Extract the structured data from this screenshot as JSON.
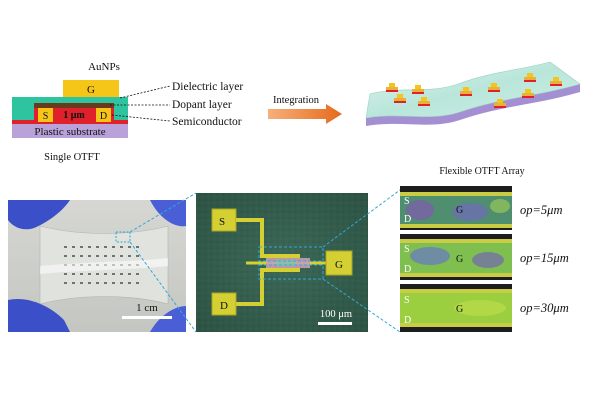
{
  "single_otft": {
    "caption": "Single OTFT",
    "gate_label": "AuNPs",
    "gate_letter": "G",
    "source_letter": "S",
    "drain_letter": "D",
    "channel_label": "1 μm",
    "substrate_label": "Plastic substrate",
    "callouts": [
      "Dielectric layer",
      "Dopant layer",
      "Semiconductor"
    ],
    "colors": {
      "gate": "#f5c518",
      "dielectric": "#2ec4a0",
      "semiconductor": "#e0202a",
      "substrate": "#b9a2d9"
    }
  },
  "arrow": {
    "label": "Integration",
    "color": "#e9772b"
  },
  "array": {
    "caption": "Flexible OTFT Array"
  },
  "photo": {
    "scale_label": "1 cm"
  },
  "micrograph": {
    "s": "S",
    "d": "D",
    "g": "G",
    "scale_label": "100 μm"
  },
  "insets": [
    {
      "s": "S",
      "d": "D",
      "g": "G",
      "label": "op=5μm"
    },
    {
      "s": "S",
      "d": "D",
      "g": "G",
      "label": "op=15μm"
    },
    {
      "s": "S",
      "d": "D",
      "g": "G",
      "label": "op=30μm"
    }
  ]
}
